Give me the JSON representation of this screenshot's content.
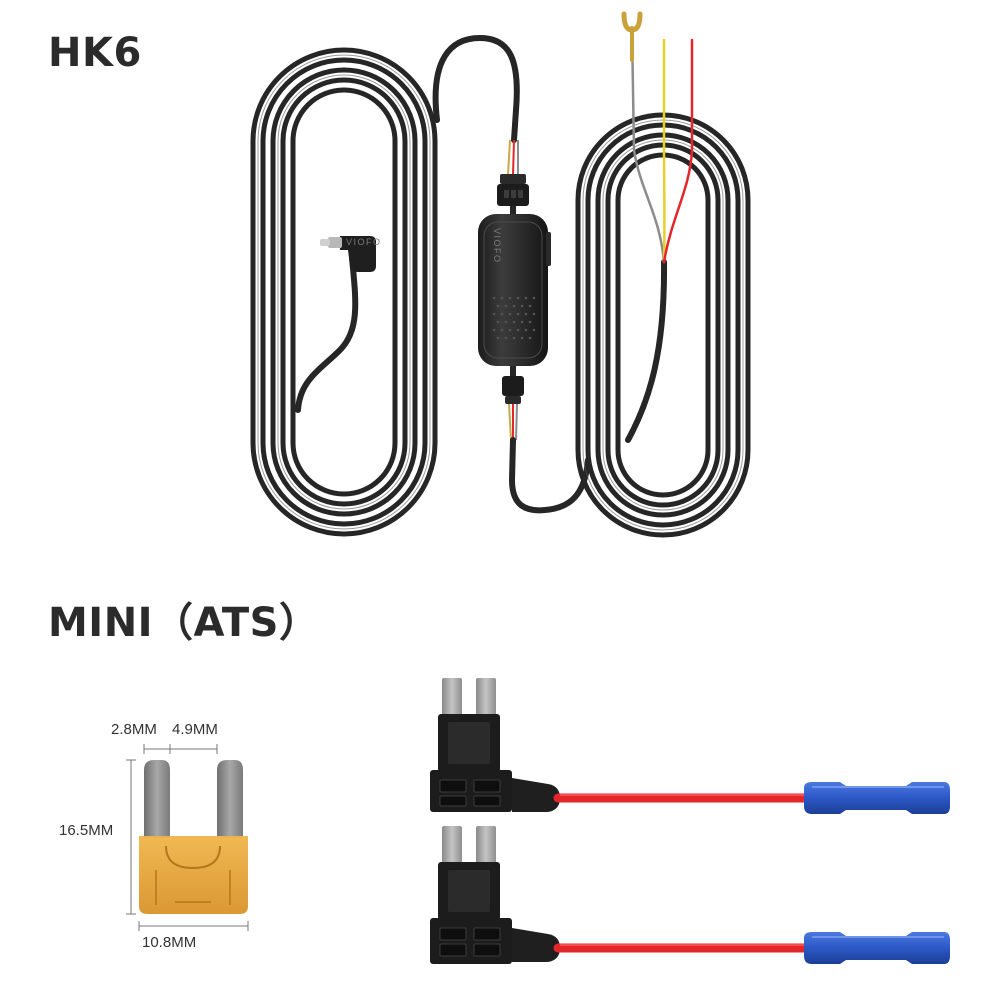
{
  "headings": {
    "product_name": "HK6",
    "fuse_type": "MINI（ATS）"
  },
  "kit_image": {
    "unit_brand_text": "VIOFO"
  },
  "fuse_dimensions": {
    "left_prong_gap": "2.8MM",
    "prong_width": "4.9MM",
    "height": "16.5MM",
    "width": "10.8MM"
  },
  "colors": {
    "cable": "#262626",
    "cable_highlight": "#5a5a5a",
    "fuse_body": "#e6a63a",
    "fuse_prong": "#8c8c8c",
    "wire_red": "#e2262a",
    "wire_yellow": "#e8cf2a",
    "wire_gray": "#8c8c8c",
    "connector_blue": "#2b58c6",
    "terminal_gold": "#c9a23c"
  }
}
